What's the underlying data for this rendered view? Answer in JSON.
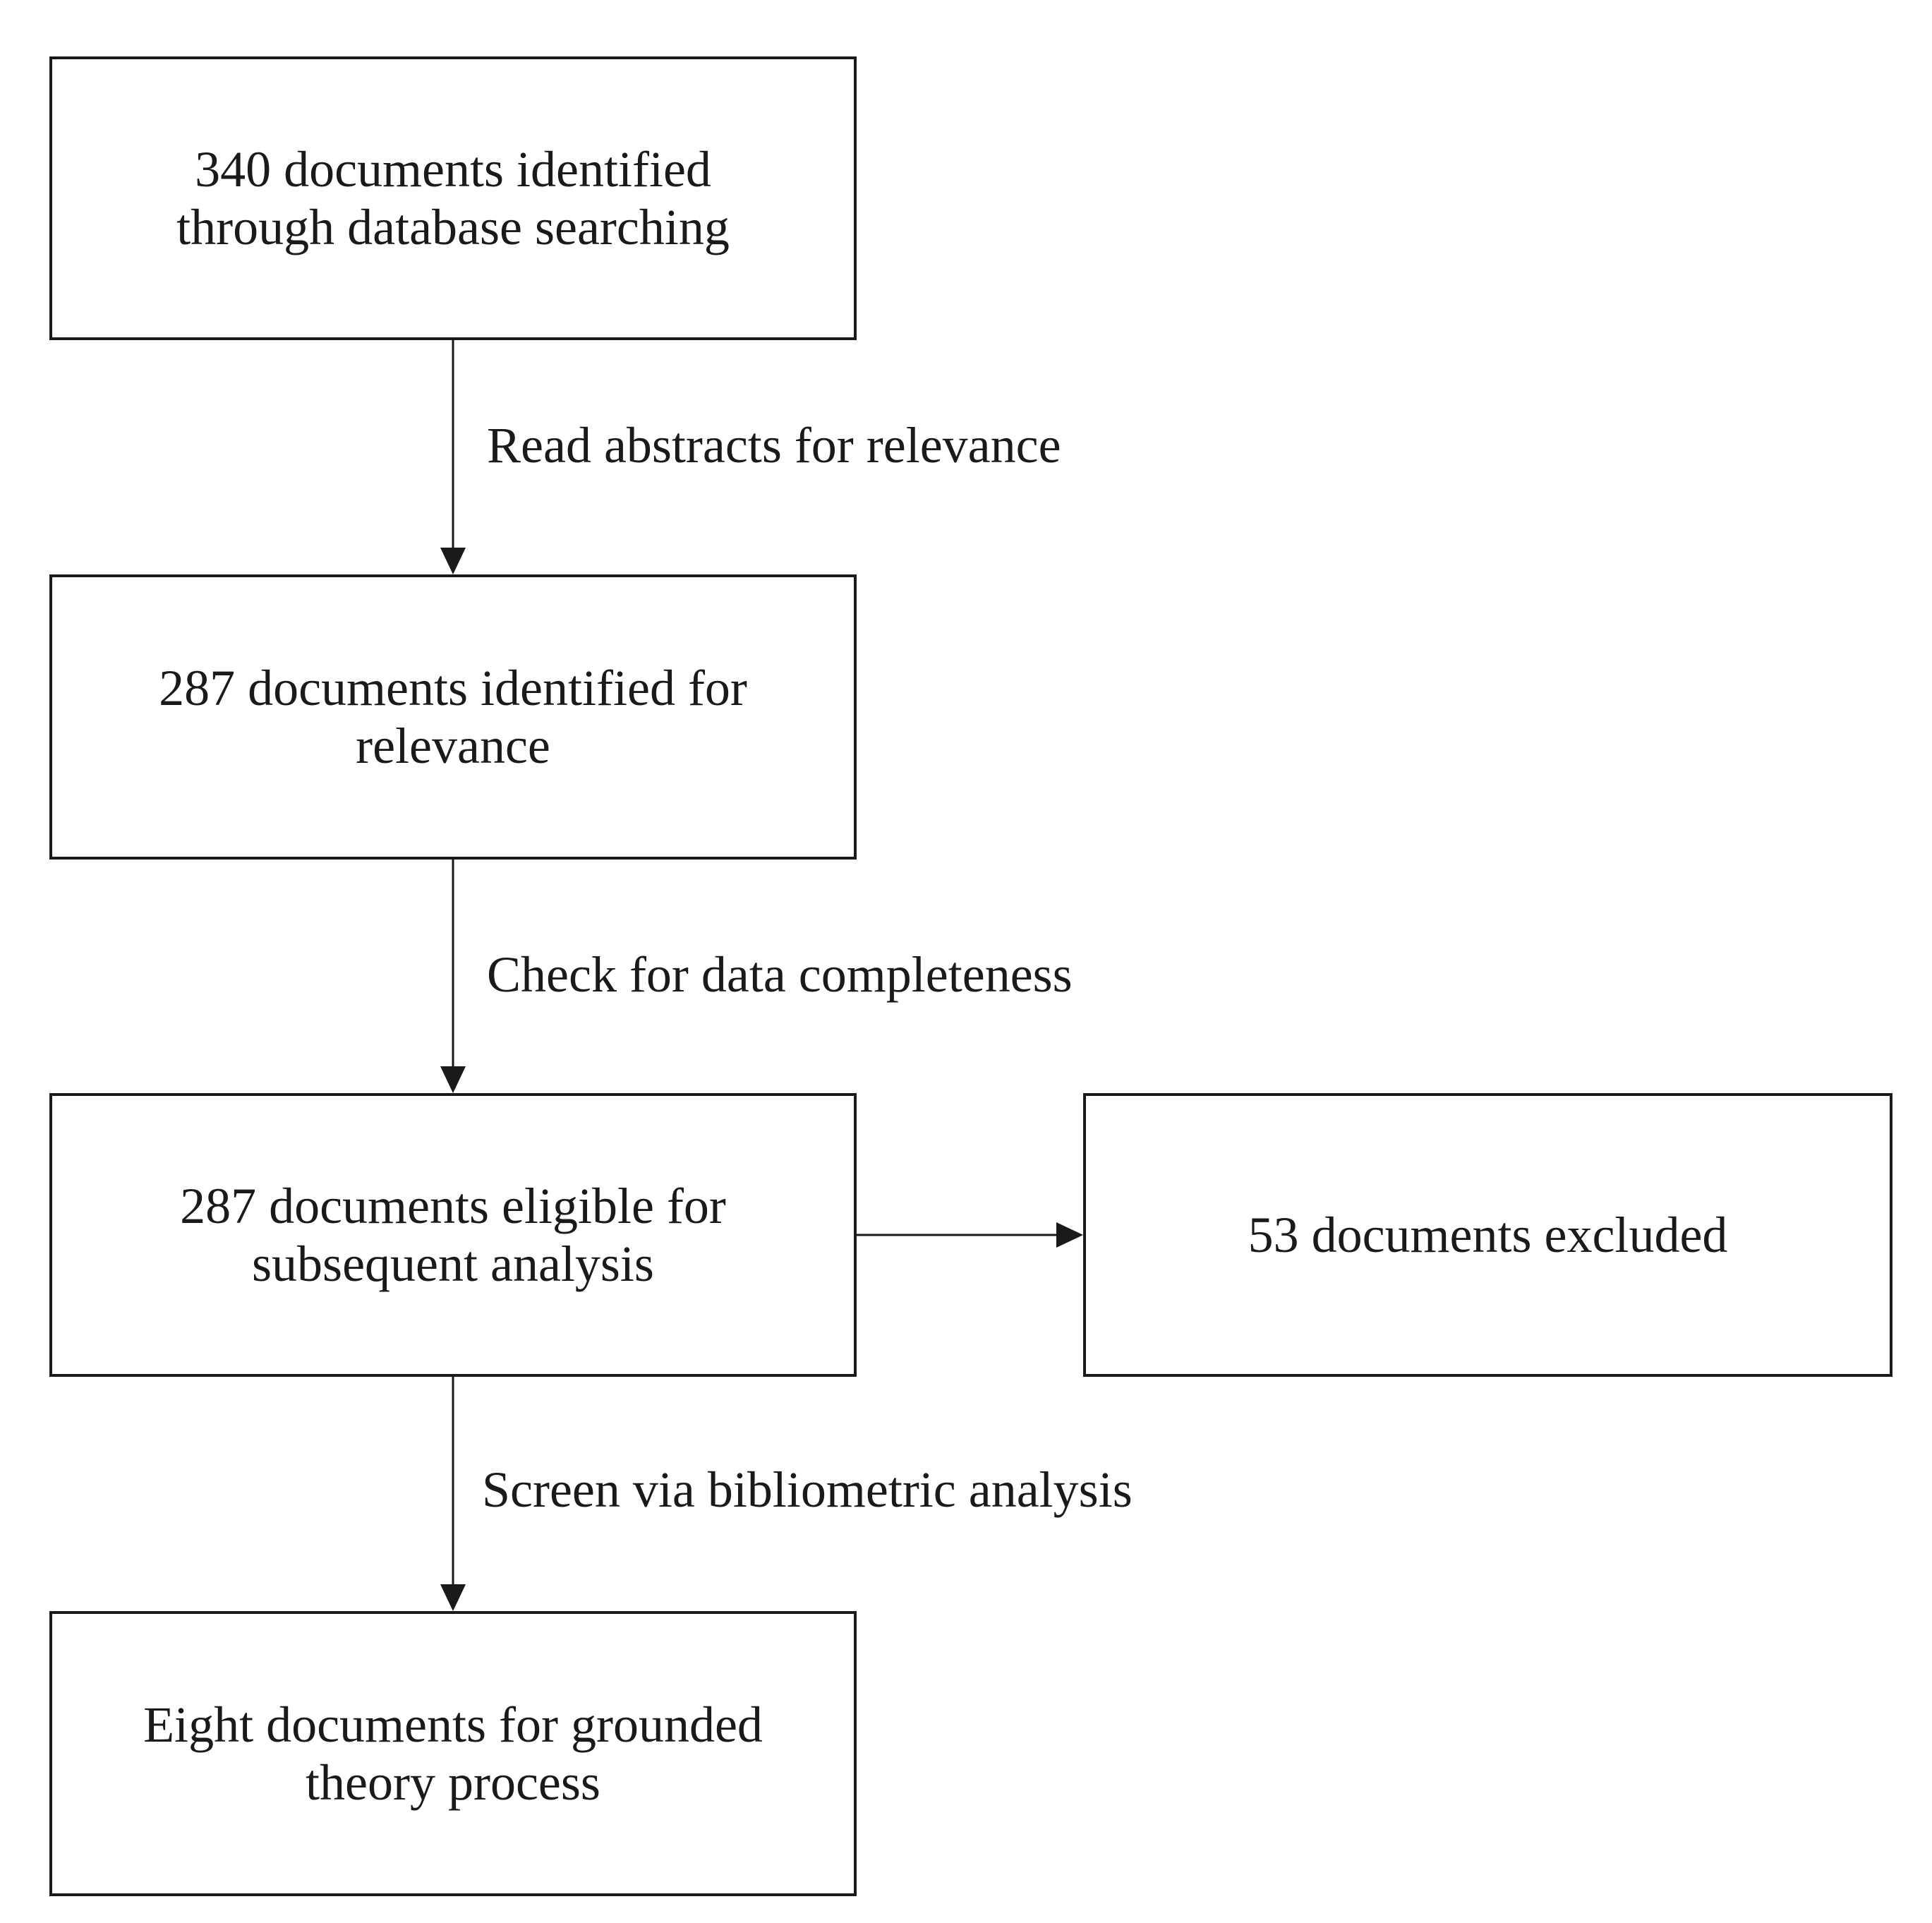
{
  "nodes": {
    "identified": {
      "text": "340 documents identified\nthrough database searching"
    },
    "relevance": {
      "text": "287 documents identified for\nrelevance"
    },
    "eligible": {
      "text": "287 documents eligible for\nsubsequent analysis"
    },
    "grounded": {
      "text": "Eight documents for grounded\ntheory process"
    },
    "excluded": {
      "text": "53 documents excluded"
    }
  },
  "edges": {
    "read_abstracts": {
      "label": "Read abstracts for relevance"
    },
    "check_completeness": {
      "label": "Check for data completeness"
    },
    "screen_bibliometric": {
      "label": "Screen via bibliometric analysis"
    }
  }
}
